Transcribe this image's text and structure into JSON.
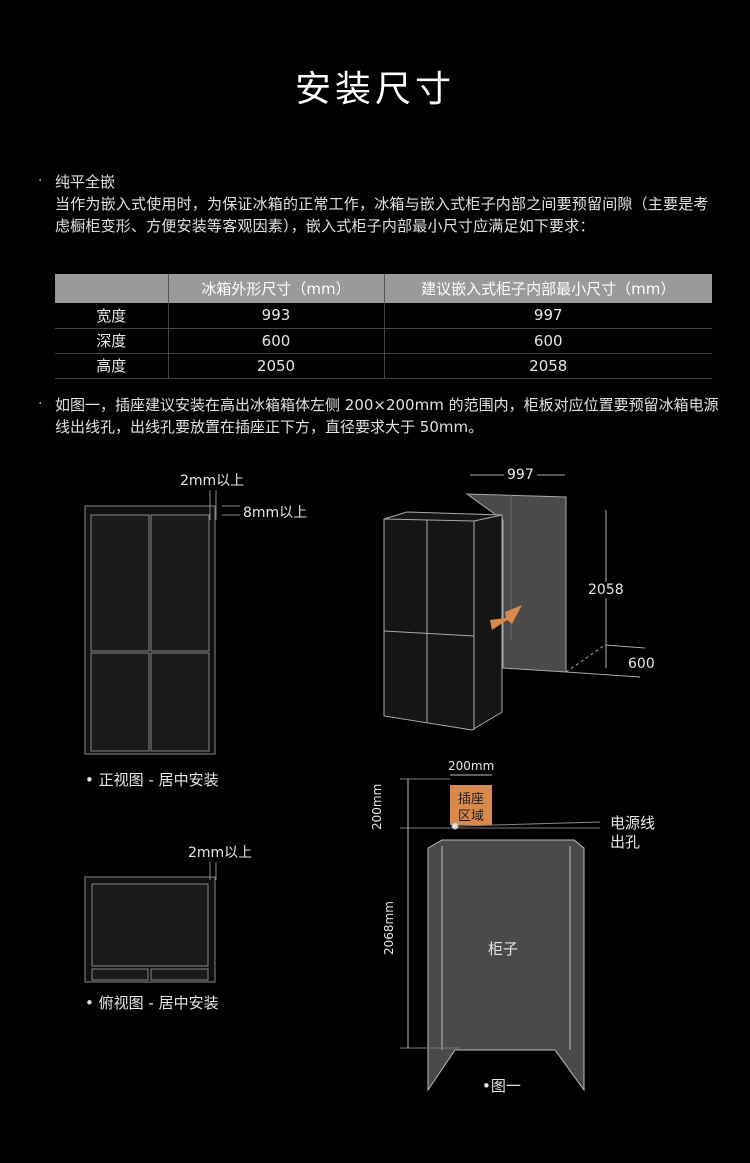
{
  "title": "安装尺寸",
  "section1": {
    "heading": "纯平全嵌",
    "body": "当作为嵌入式使用时，为保证冰箱的正常工作，冰箱与嵌入式柜子内部之间要预留间隙（主要是考虑橱柜变形、方便安装等客观因素），嵌入式柜子内部最小尺寸应满足如下要求："
  },
  "table": {
    "headers": [
      "",
      "冰箱外形尺寸（mm）",
      "建议嵌入式柜子内部最小尺寸（mm）"
    ],
    "rows": [
      [
        "宽度",
        "993",
        "997"
      ],
      [
        "深度",
        "600",
        "600"
      ],
      [
        "高度",
        "2050",
        "2058"
      ]
    ]
  },
  "section2": {
    "body": "如图一，插座建议安装在高出冰箱箱体左侧 200×200mm 的范围内，柜板对应位置要预留冰箱电源线出线孔，出线孔要放置在插座正下方，直径要求大于 50mm。"
  },
  "front_view": {
    "gap_top": "2mm以上",
    "gap_side": "8mm以上",
    "caption": "• 正视图 - 居中安装"
  },
  "top_view": {
    "gap": "2mm以上",
    "caption": "• 俯视图 - 居中安装"
  },
  "iso_view": {
    "width": "997",
    "height": "2058",
    "depth": "600"
  },
  "figure1": {
    "socket_width": "200mm",
    "socket_height": "200mm",
    "socket_label_1": "插座",
    "socket_label_2": "区域",
    "cable_label_1": "电源线",
    "cable_label_2": "出孔",
    "cabinet_height": "2068mm",
    "cabinet_label": "柜子",
    "caption": "•图一"
  },
  "colors": {
    "accent": "#d98a4a",
    "panel": "#4a4a4a"
  }
}
